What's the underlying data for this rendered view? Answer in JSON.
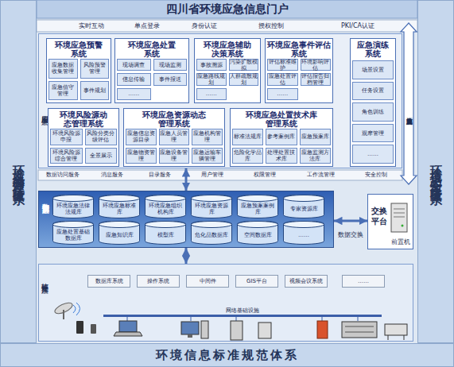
{
  "diagram": {
    "title": "四川省环境应急信息门户",
    "nodes": [
      {
        "text": [
          "环境应急管理保障体系"
        ]
      },
      {
        "text": [
          "环境信息安全保障体系"
        ]
      },
      {
        "text": [
          "应用服务层"
        ]
      },
      {
        "text": [
          "环境应急预警系统"
        ],
        "in": 2
      },
      {
        "text": [
          "应急数据收集管理"
        ],
        "in": 3
      },
      {
        "text": [
          "风险预警管理"
        ],
        "in": 3
      },
      {
        "text": [
          "应急值守管理"
        ],
        "in": 3
      },
      {
        "text": [
          "事件规划"
        ],
        "in": 3
      },
      {
        "text": [
          "环境应急处置系统"
        ],
        "in": 2
      },
      {
        "text": [
          "现场调查"
        ],
        "in": 8
      },
      {
        "text": [
          "现场监测"
        ],
        "in": 8
      },
      {
        "text": [
          "信息传输"
        ],
        "in": 8
      },
      {
        "text": [
          "事件报送"
        ],
        "in": 8
      },
      {
        "text": [
          "……"
        ],
        "in": 8
      },
      {
        "text": [
          "环境应急辅助决策系统"
        ],
        "in": 2
      },
      {
        "text": [
          "事故溯源"
        ],
        "in": 14
      },
      {
        "text": [
          "污染扩散模拟"
        ],
        "in": 14
      },
      {
        "text": [
          "应急路线规划"
        ],
        "in": 14
      },
      {
        "text": [
          "人群疏散规划"
        ],
        "in": 14
      },
      {
        "text": [
          "……"
        ],
        "in": 14
      },
      {
        "text": [
          "环境应急事件评估系统"
        ],
        "in": 2
      },
      {
        "text": [
          "评估标准维护"
        ],
        "in": 20
      },
      {
        "text": [
          "环境影响评估"
        ],
        "in": 20
      },
      {
        "text": [
          "应急处置评估"
        ],
        "in": 20
      },
      {
        "text": [
          "评估报告归档管理"
        ],
        "in": 20
      },
      {
        "text": [
          "……"
        ],
        "in": 20
      },
      {
        "text": [
          "应急演练系统"
        ],
        "in": 2
      },
      {
        "text": [
          "场景设置"
        ],
        "in": 26
      },
      {
        "text": [
          "任务设置"
        ],
        "in": 26
      },
      {
        "text": [
          "角色训练"
        ],
        "in": 26
      },
      {
        "text": [
          "观摩管理"
        ],
        "in": 26
      },
      {
        "text": [
          "……"
        ],
        "in": 26
      },
      {
        "text": [
          "环境风险源动态管理系统"
        ],
        "in": 2
      },
      {
        "text": [
          "环境风险源申报"
        ],
        "in": 32
      },
      {
        "text": [
          "风险分类分级评估"
        ],
        "in": 32
      },
      {
        "text": [
          "环境风险源综合管理"
        ],
        "in": 32
      },
      {
        "text": [
          "全景展示"
        ],
        "in": 32
      },
      {
        "text": [
          "环境应急资源动态管理系统"
        ],
        "in": 2
      },
      {
        "text": [
          "应急信息资源目录"
        ],
        "in": 37
      },
      {
        "text": [
          "应急人员管理"
        ],
        "in": 37
      },
      {
        "text": [
          "应急机构管理"
        ],
        "in": 37
      },
      {
        "text": [
          "应急物资管理"
        ],
        "in": 37
      },
      {
        "text": [
          "应急设备管理"
        ],
        "in": 37
      },
      {
        "text": [
          "应急运输车辆管理"
        ],
        "in": 37
      },
      {
        "text": [
          "环境应急处置技术库管理系统"
        ],
        "in": 2
      },
      {
        "text": [
          "标准法规库"
        ],
        "in": 44
      },
      {
        "text": [
          "参考案例库"
        ],
        "in": 44
      },
      {
        "text": [
          "应急预案库"
        ],
        "in": 44
      },
      {
        "text": [
          "危险化学品库"
        ],
        "in": 44
      },
      {
        "text": [
          "处理处置技术库"
        ],
        "in": 44
      },
      {
        "text": [
          "应急监测方法库"
        ],
        "in": 44
      },
      {
        "text": [
          "数据资源层"
        ]
      },
      {
        "text": [
          "环境应急法律法规库"
        ],
        "in": 51
      },
      {
        "text": [
          "环境应急标准库"
        ],
        "in": 51
      },
      {
        "text": [
          "环境应急组织机构库"
        ],
        "in": 51
      },
      {
        "text": [
          "环境应急资源库"
        ],
        "in": 51
      },
      {
        "text": [
          "应急预案案例库"
        ],
        "in": 51
      },
      {
        "text": [
          "专家资源库"
        ],
        "in": 51
      },
      {
        "text": [
          "应急处置基础数据库"
        ],
        "in": 51
      },
      {
        "text": [
          "应急知识库"
        ],
        "in": 51
      },
      {
        "text": [
          "模型库"
        ],
        "in": 51
      },
      {
        "text": [
          "危化品数据库"
        ],
        "in": 51
      },
      {
        "text": [
          "空间数据库"
        ],
        "in": 51
      },
      {
        "text": [
          "……"
        ],
        "in": 51
      },
      {
        "text": [
          "交换平台",
          "前置机"
        ]
      },
      {
        "text": [
          "软硬件支撑层"
        ]
      },
      {
        "text": [
          "数据库系统"
        ],
        "in": 65
      },
      {
        "text": [
          "操作系统"
        ],
        "in": 65
      },
      {
        "text": [
          "中间件"
        ],
        "in": 65
      },
      {
        "text": [
          "GIS平台"
        ],
        "in": 65
      },
      {
        "text": [
          "视频会议系统"
        ],
        "in": 65
      },
      {
        "text": [
          "……"
        ],
        "in": 65
      },
      {
        "text": [
          "环境信息标准规范体系"
        ]
      }
    ],
    "edges": [
      {
        "from": 2,
        "to": 51,
        "arrow": "both"
      },
      {
        "from": 51,
        "to": 65,
        "arrow": "both"
      },
      {
        "from": 51,
        "to": 64,
        "label": "数据交换",
        "arrow": "both"
      }
    ],
    "labels": [
      "实时互动",
      "单点登录",
      "身份认证",
      "授权控制",
      "PKI/CA认证",
      "数据访问服务",
      "消息服务",
      "目录服务",
      "用户管理",
      "权限管理",
      "工作流管理",
      "安全控制",
      "应急信息资源共享交换",
      "网络基础设施"
    ]
  }
}
